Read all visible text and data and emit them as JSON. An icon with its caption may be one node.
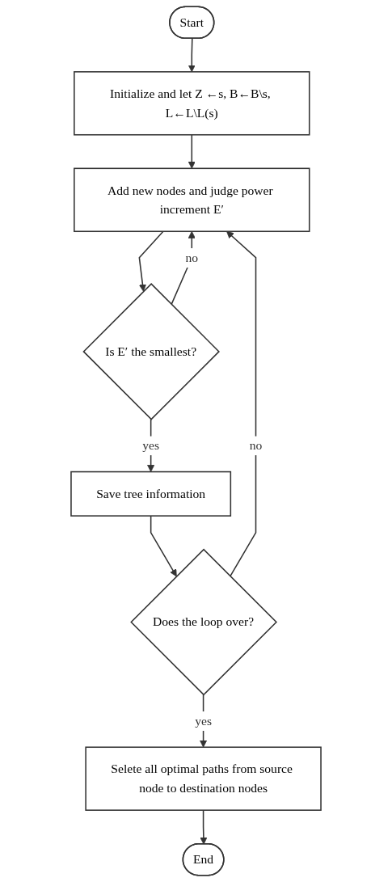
{
  "diagram": {
    "nodes": [
      {
        "text": [
          "Start"
        ]
      },
      {
        "text": [
          "Initialize and let Z ←s, B←B\\s, L←L\\L(s)"
        ]
      },
      {
        "text": [
          "Add new nodes and judge power increment E′"
        ]
      },
      {
        "text": [
          "Is E′ the smallest?"
        ]
      },
      {
        "text": [
          "Save tree information"
        ]
      },
      {
        "text": [
          "Does the loop over?"
        ]
      },
      {
        "text": [
          "Selete all optimal paths from source node to destination nodes"
        ]
      },
      {
        "text": [
          "End"
        ]
      }
    ],
    "edges": [
      {
        "from": 0,
        "to": 1,
        "arrow": "to"
      },
      {
        "from": 1,
        "to": 2,
        "arrow": "to"
      },
      {
        "from": 2,
        "to": 3,
        "arrow": "to"
      },
      {
        "from": 3,
        "to": 4,
        "arrow": "to",
        "label": "yes"
      },
      {
        "from": 3,
        "to": 2,
        "arrow": "to",
        "label": "no"
      },
      {
        "from": 4,
        "to": 5,
        "arrow": "to"
      },
      {
        "from": 5,
        "to": 2,
        "arrow": "to",
        "label": "no"
      },
      {
        "from": 5,
        "to": 6,
        "arrow": "to",
        "label": "yes"
      },
      {
        "from": 6,
        "to": 7,
        "arrow": "to"
      }
    ]
  }
}
